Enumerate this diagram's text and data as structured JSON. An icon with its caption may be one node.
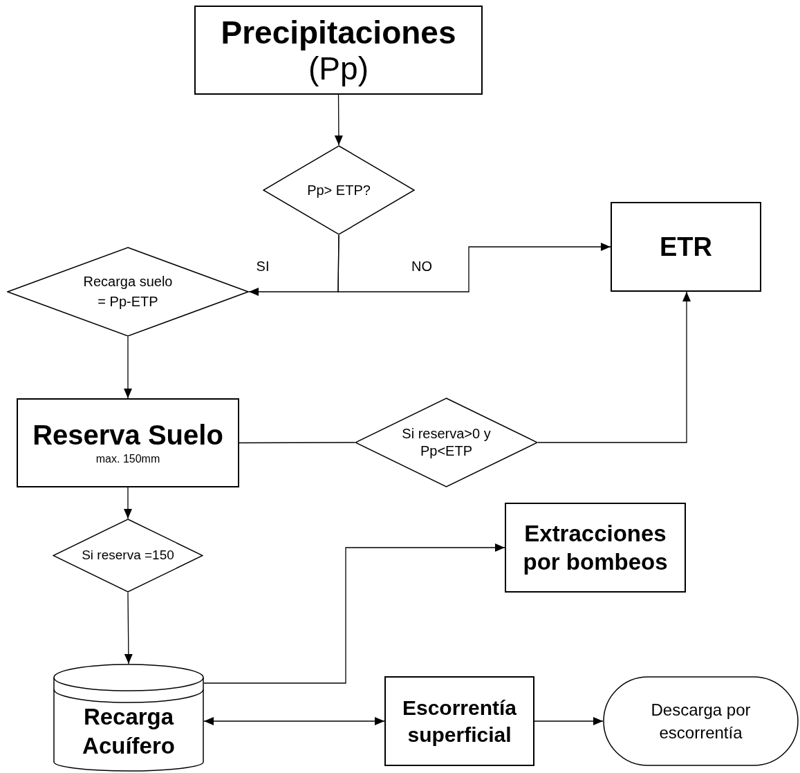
{
  "diagram": {
    "nodes": [
      {
        "text": [
          "Precipitaciones",
          "(Pp)"
        ]
      },
      {
        "text": [
          "Pp> ETP?"
        ]
      },
      {
        "text": [
          "ETR"
        ]
      },
      {
        "text": [
          "Recarga suelo = Pp-ETP"
        ]
      },
      {
        "text": [
          "Reserva Suelo",
          "max. 150mm"
        ]
      },
      {
        "text": [
          "Si reserva>0 y Pp<ETP"
        ]
      },
      {
        "text": [
          "Si reserva =150"
        ]
      },
      {
        "text": [
          "Extracciones por bombeos"
        ]
      },
      {
        "text": [
          "Recarga Acuífero"
        ]
      },
      {
        "text": [
          "Escorrentía superficial"
        ]
      },
      {
        "text": [
          "Descarga por escorrentía"
        ]
      }
    ],
    "edges": [
      {
        "from": 0,
        "to": 1,
        "arrow": "to"
      },
      {
        "from": 1,
        "to": 3,
        "arrow": "to",
        "label": "SI"
      },
      {
        "from": 1,
        "to": 2,
        "arrow": "to",
        "label": "NO"
      },
      {
        "from": 3,
        "to": 4,
        "arrow": "to"
      },
      {
        "from": 4,
        "to": 5,
        "arrow": "none"
      },
      {
        "from": 5,
        "to": 2,
        "arrow": "to"
      },
      {
        "from": 4,
        "to": 6,
        "arrow": "to"
      },
      {
        "from": 6,
        "to": 8,
        "arrow": "to"
      },
      {
        "from": 8,
        "to": 7,
        "arrow": "to"
      },
      {
        "from": 8,
        "to": 9,
        "arrow": "both"
      },
      {
        "from": 9,
        "to": 10,
        "arrow": "to"
      }
    ]
  }
}
